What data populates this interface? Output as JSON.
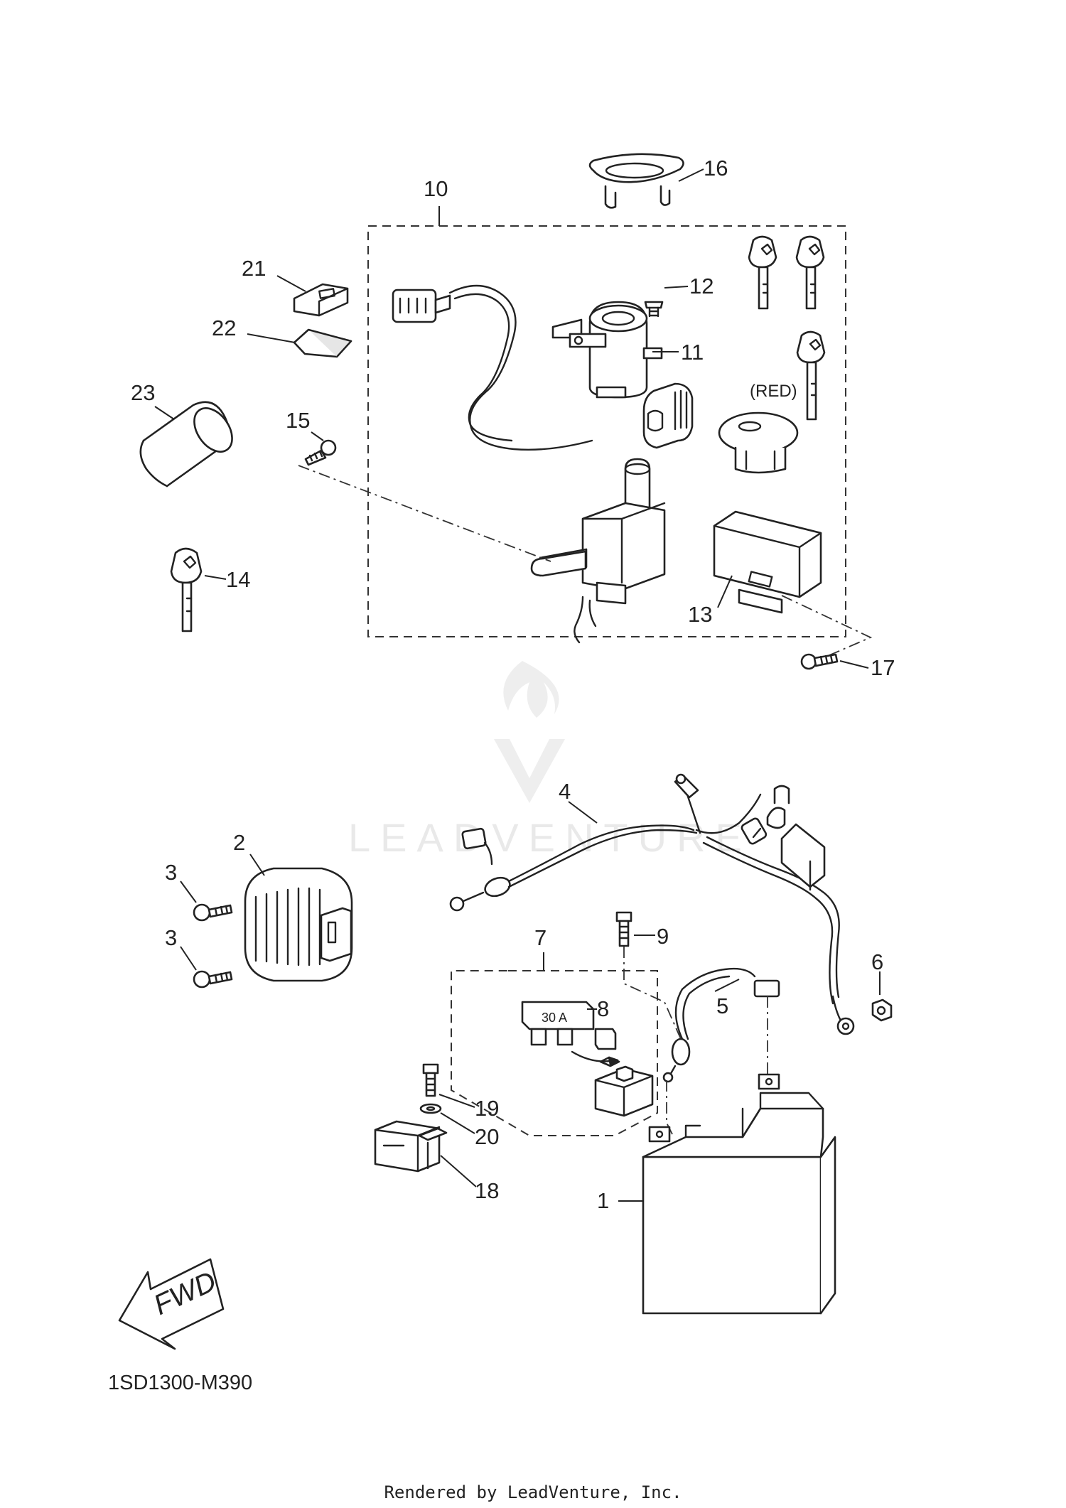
{
  "diagram": {
    "code": "1SD1300-M390",
    "credit": "Rendered by LeadVenture, Inc.",
    "watermark": "LEADVENTURE",
    "fwd_label": "FWD",
    "red_label": "(RED)",
    "fuse_rating": "30 A",
    "callouts": {
      "c1": "1",
      "c2": "2",
      "c3a": "3",
      "c3b": "3",
      "c4": "4",
      "c5": "5",
      "c6": "6",
      "c7": "7",
      "c8": "8",
      "c9": "9",
      "c10": "10",
      "c11": "11",
      "c12": "12",
      "c13": "13",
      "c14": "14",
      "c15": "15",
      "c16": "16",
      "c17": "17",
      "c18": "18",
      "c19": "19",
      "c20": "20",
      "c21": "21",
      "c22": "22",
      "c23": "23"
    }
  }
}
